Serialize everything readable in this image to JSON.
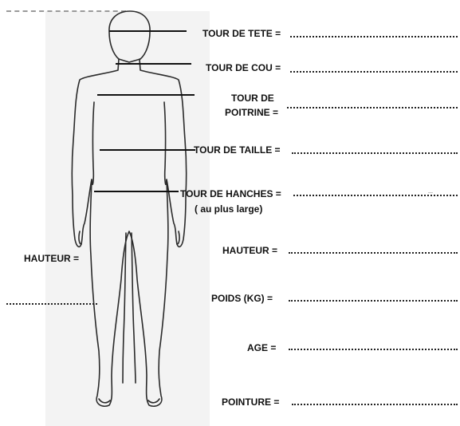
{
  "form": {
    "tour_de_tete": "TOUR DE TETE  =",
    "tour_de_cou": "TOUR DE COU =",
    "tour_de_poitrine_l1": "TOUR DE",
    "tour_de_poitrine_l2": "POITRINE =",
    "tour_de_taille": "TOUR DE TAILLE =",
    "tour_de_hanches": "TOUR DE HANCHES =",
    "au_plus_large": "( au plus large)",
    "hauteur_left": "HAUTEUR =",
    "hauteur": "HAUTEUR =",
    "poids": "POIDS (KG) =",
    "age": "AGE =",
    "pointure": "POINTURE ="
  }
}
